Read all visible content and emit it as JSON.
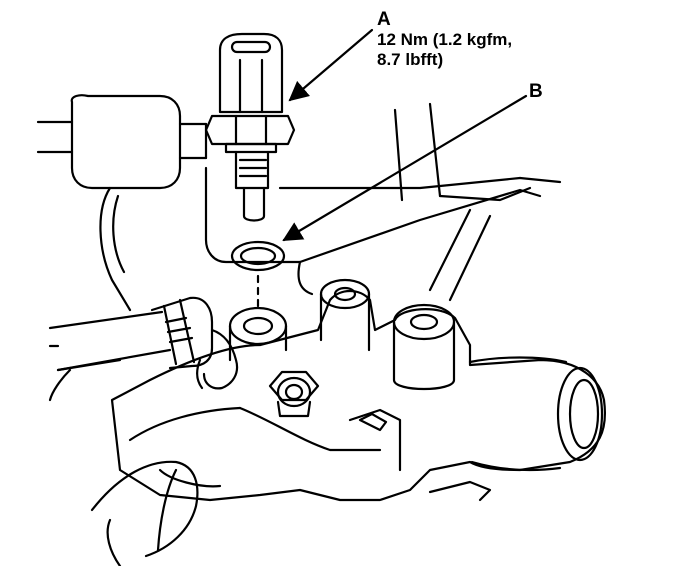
{
  "callouts": {
    "a": {
      "letter": "A",
      "torque_line_1": "12 Nm (1.2 kgfm,",
      "torque_line_2": "8.7 lbfft)"
    },
    "b": {
      "letter": "B"
    }
  },
  "colors": {
    "ink": "#000000",
    "paper": "#ffffff"
  }
}
